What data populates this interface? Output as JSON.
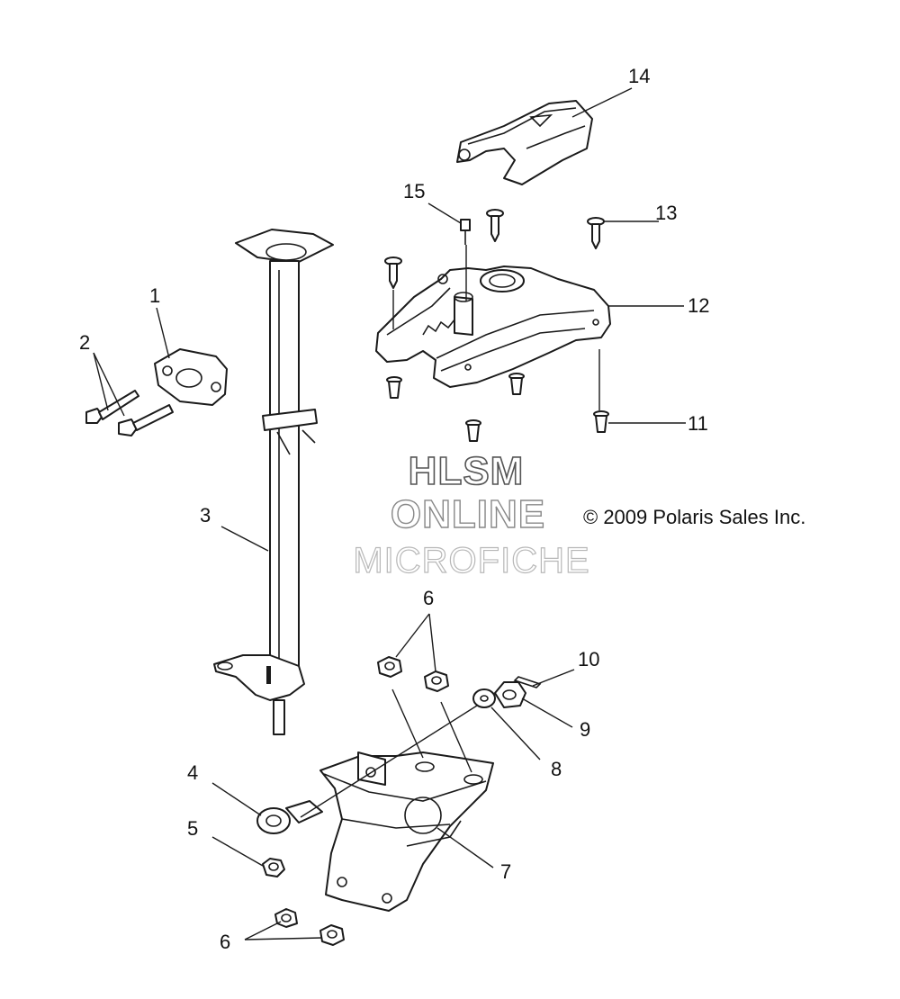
{
  "diagram": {
    "callouts": {
      "c1": "1",
      "c2": "2",
      "c3": "3",
      "c4": "4",
      "c5": "5",
      "c6a": "6",
      "c6b": "6",
      "c7": "7",
      "c8": "8",
      "c9": "9",
      "c10": "10",
      "c11": "11",
      "c12": "12",
      "c13": "13",
      "c14": "14",
      "c15": "15"
    },
    "watermark": {
      "line1": "HLSM",
      "line2": "ONLINE",
      "line3": "MICROFICHE"
    },
    "copyright": "© 2009 Polaris Sales Inc."
  },
  "colors": {
    "line": "#1a1a1a",
    "background": "#ffffff",
    "watermark_dark": "#555555",
    "watermark_light": "#b8b8b8"
  }
}
